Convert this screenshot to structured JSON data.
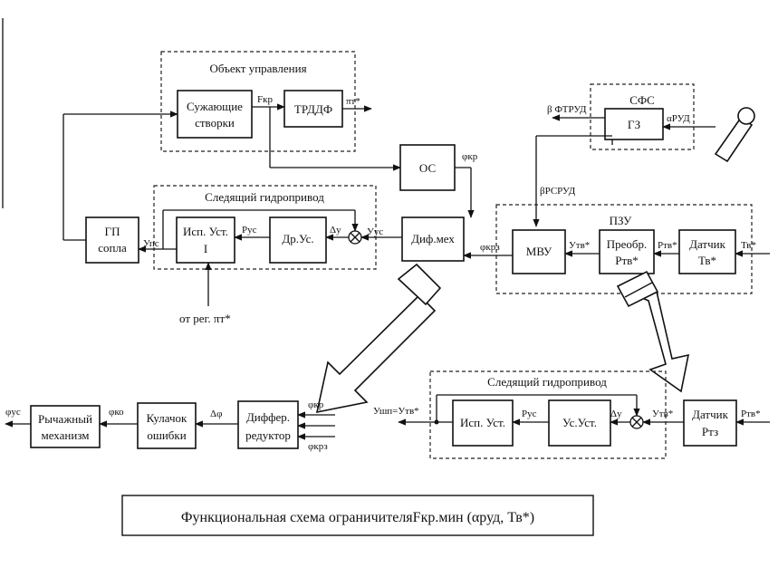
{
  "top": {
    "group_object": "Объект управления",
    "box_stvorki_1": "Сужающие",
    "box_stvorki_2": "створки",
    "box_trddf": "ТРДДФ",
    "sig_fkr": "Fкр",
    "sig_pit": "πт*",
    "box_os": "ОС",
    "sig_phikr": "φкр",
    "group_hydro": "Следящий гидропривод",
    "box_gp_1": "ГП",
    "box_gp_2": "сопла",
    "sig_ypc": "Упс",
    "box_isp_1": "Исп. Уст.",
    "box_isp_2": "I",
    "sig_pus": "Рус",
    "box_drus": "Др.Ус.",
    "sig_dy": "Δу",
    "sig_yus": "Уус",
    "box_difmeh": "Диф.мех",
    "from_reg": "от рег. πт*",
    "group_sfs": "СФС",
    "box_gz": "ГЗ",
    "sig_beta_ft": "β ФТРУД",
    "sig_alpha": "αРУД",
    "sig_beta_rc": "βРСРУД",
    "group_pzu": "ПЗУ",
    "box_mvu": "МВУ",
    "sig_phikrz": "φкрз",
    "sig_ut": "Утв*",
    "box_preobr_1": "Преобр.",
    "box_preobr_2": "Ртв*",
    "sig_rt": "Ртв*",
    "box_datchik_1": "Датчик",
    "box_datchik_2": "Тв*",
    "sig_tv": "Тв*"
  },
  "bottom_left": {
    "sig_phius": "φус",
    "box_lever_1": "Рычажный",
    "box_lever_2": "механизм",
    "sig_phiko": "φко",
    "box_cam_1": "Кулачок",
    "box_cam_2": "ошибки",
    "sig_dphi": "Δφ",
    "box_diff_1": "Диффер.",
    "box_diff_2": "редуктор",
    "sig_phikr": "φкр",
    "sig_phikpz": "φкрз"
  },
  "bottom_right": {
    "group_hydro": "Следящий гидропривод",
    "sig_ushp": "Ушп=Утв*",
    "box_isp": "Исп. Уст.",
    "sig_pus": "Рус",
    "box_us": "Ус.Уст.",
    "sig_dy": "Δу",
    "sig_ut": "Утв*",
    "box_datchik_1": "Датчик",
    "box_datchik_2": "Ртз",
    "sig_rt": "Ртв*"
  },
  "caption": "Функциональная схема ограничителяFкр.мин (αруд, Тв*)"
}
